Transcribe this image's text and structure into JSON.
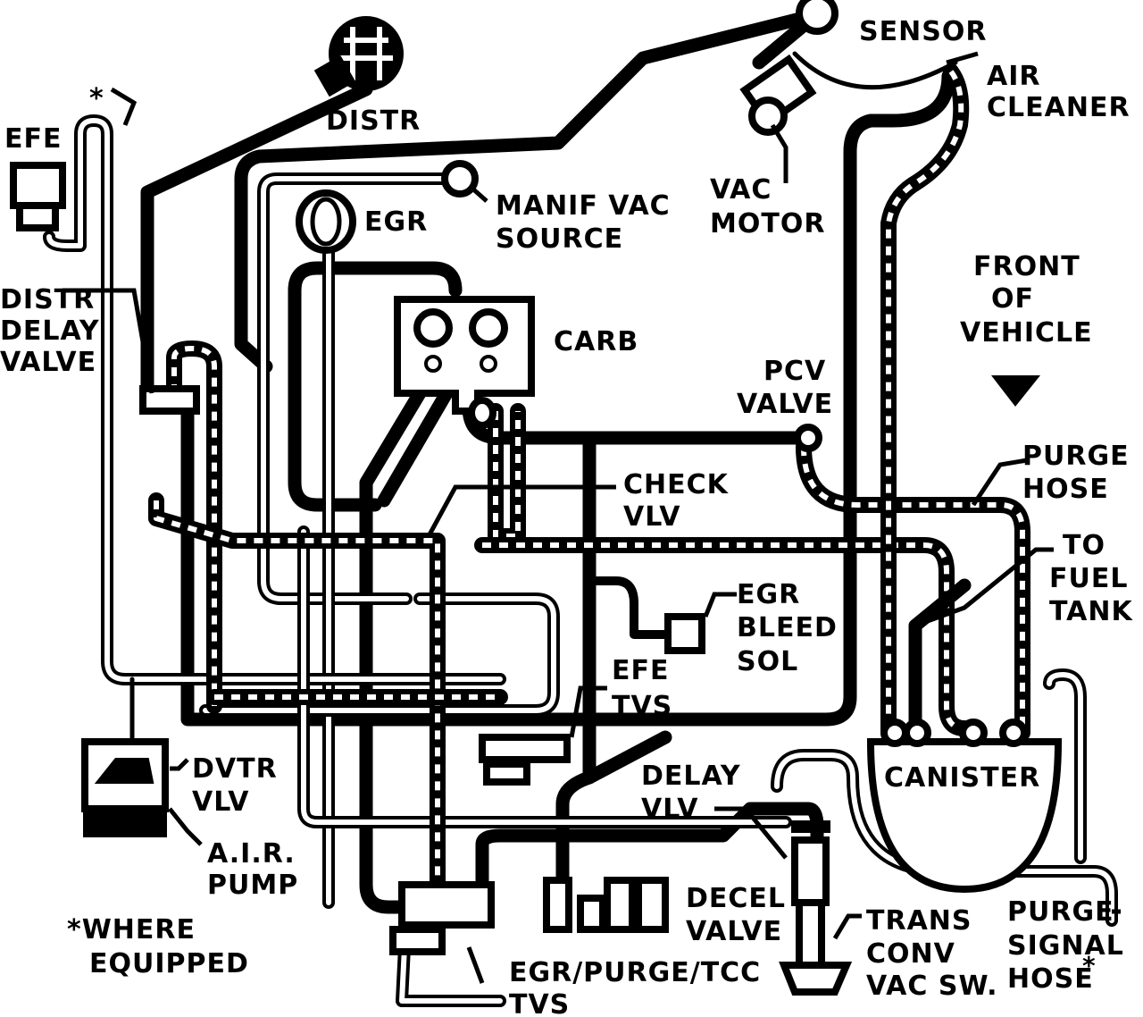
{
  "labels": {
    "efe": "EFE",
    "asterisk_efe": "*",
    "distr": "DISTR",
    "sensor": "SENSOR",
    "air_cleaner_1": "AIR",
    "air_cleaner_2": "CLEANER",
    "vac_motor_1": "VAC",
    "vac_motor_2": "MOTOR",
    "manif_vac_1": "MANIF VAC",
    "manif_vac_2": "SOURCE",
    "egr": "EGR",
    "carb": "CARB",
    "front_1": "FRONT",
    "front_2": "OF",
    "front_3": "VEHICLE",
    "distr_delay_1": "DISTR",
    "distr_delay_2": "DELAY",
    "distr_delay_3": "VALVE",
    "pcv_1": "PCV",
    "pcv_2": "VALVE",
    "purge_hose_1": "PURGE",
    "purge_hose_2": "HOSE",
    "check_vlv_1": "CHECK",
    "check_vlv_2": "VLV",
    "to_fuel_1": "TO",
    "to_fuel_2": "FUEL",
    "to_fuel_3": "TANK",
    "egr_bleed_1": "EGR",
    "egr_bleed_2": "BLEED",
    "egr_bleed_3": "SOL",
    "efe_tvs_1": "EFE",
    "efe_tvs_2": "TVS",
    "canister": "CANISTER",
    "dvtr_1": "DVTR",
    "dvtr_2": "VLV",
    "air_pump_1": "A.I.R.",
    "air_pump_2": "PUMP",
    "delay_vlv_1": "DELAY",
    "delay_vlv_2": "VLV",
    "decel_1": "DECEL",
    "decel_2": "VALVE",
    "trans_1": "TRANS",
    "trans_2": "CONV",
    "trans_3": "VAC SW.",
    "purge_signal_1": "PURGE",
    "purge_signal_2": "SIGNAL",
    "purge_signal_3": "HOSE",
    "purge_signal_mark": "*",
    "where_1": "*WHERE",
    "where_2": "EQUIPPED",
    "egr_purge_tcc_1": "EGR/PURGE/TCC",
    "egr_purge_tcc_2": "TVS"
  }
}
